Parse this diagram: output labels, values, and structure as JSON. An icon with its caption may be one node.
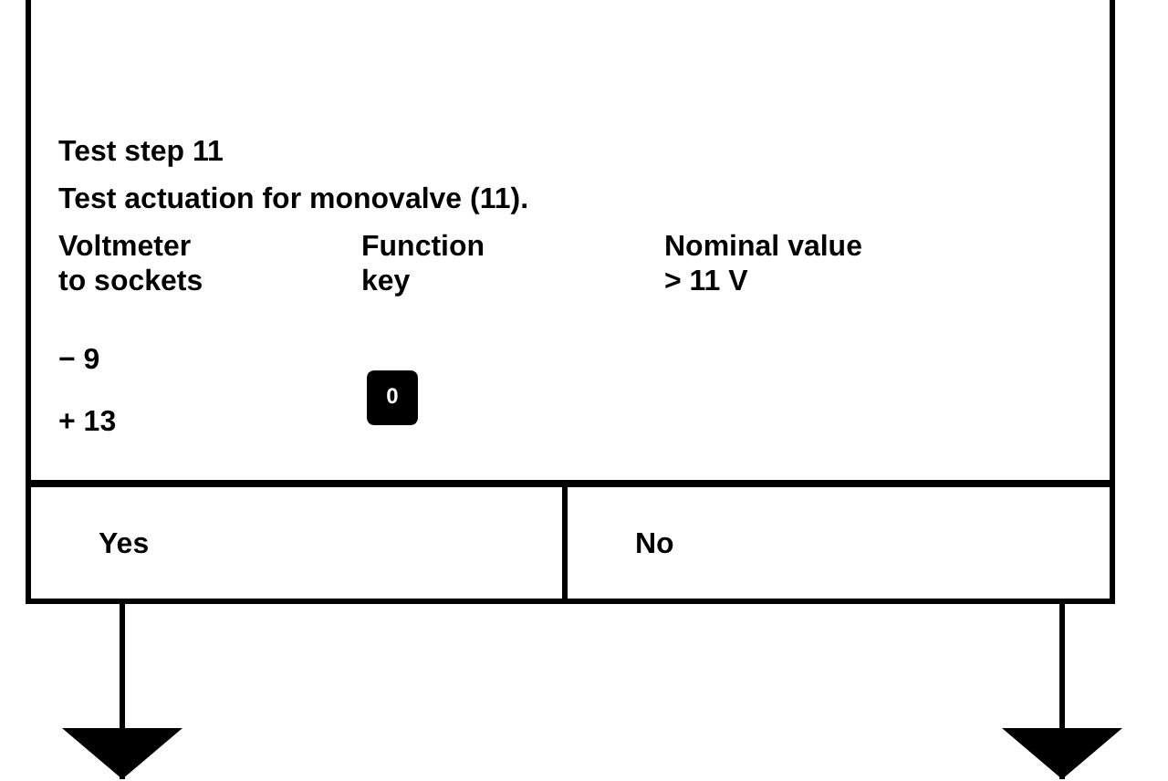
{
  "diagram": {
    "nodes": [
      {
        "text": [
          "Test step 11",
          "Test actuation for monovalve (11).",
          "Voltmeter to sockets",
          "Function key",
          "Nominal value",
          "− 9",
          "+ 13",
          "> 11 V"
        ]
      },
      {
        "text": [
          "Yes"
        ]
      },
      {
        "text": [
          "No"
        ]
      },
      {
        "text": [
          "0"
        ],
        "in": 0
      }
    ],
    "edges": [
      {
        "from": 1,
        "to": null,
        "arrow": "to"
      },
      {
        "from": 2,
        "to": null,
        "arrow": "to"
      }
    ]
  }
}
